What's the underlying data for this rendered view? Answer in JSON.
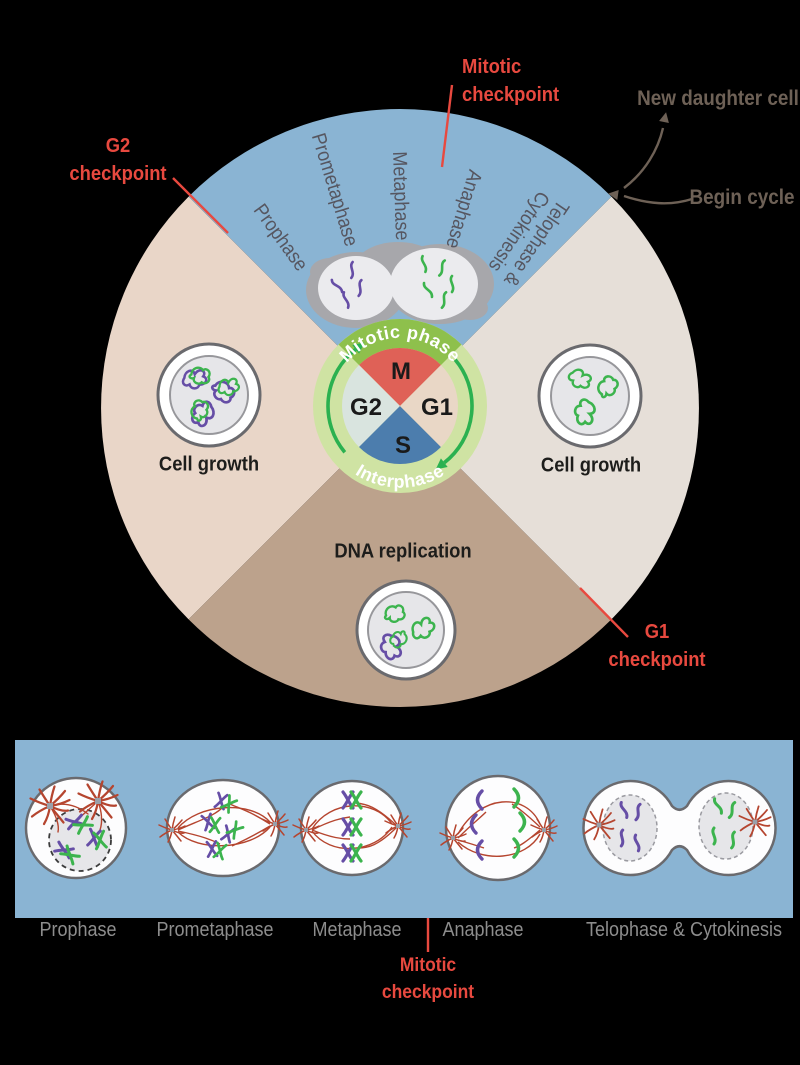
{
  "checkpoints": {
    "g2": {
      "l1": "G2",
      "l2": "checkpoint"
    },
    "mitotic": {
      "l1": "Mitotic",
      "l2": "checkpoint"
    },
    "g1": {
      "l1": "G1",
      "l2": "checkpoint"
    },
    "mitotic_timeline": {
      "l1": "Mitotic",
      "l2": "checkpoint"
    }
  },
  "annotations": {
    "new_daughter_cell": "New daughter cell",
    "begin_cycle": "Begin cycle"
  },
  "wheel_phases": [
    {
      "label": "Prophase"
    },
    {
      "label": "Prometaphase"
    },
    {
      "label": "Metaphase"
    },
    {
      "label": "Anaphase"
    },
    {
      "label": "Telophase &",
      "label2": "Cytokinesis"
    }
  ],
  "sector_labels": {
    "cell_growth_left": "Cell growth",
    "cell_growth_right": "Cell growth",
    "dna_replication": "DNA replication"
  },
  "wheel": {
    "top_arc": "Mitotic phase",
    "bottom_arc": "Interphase",
    "m": "M",
    "g1": "G1",
    "g2": "G2",
    "s": "S"
  },
  "timeline": {
    "phases": [
      {
        "label": "Prophase"
      },
      {
        "label": "Prometaphase"
      },
      {
        "label": "Metaphase"
      },
      {
        "label": "Anaphase"
      },
      {
        "label": "Telophase & Cytokinesis"
      }
    ]
  },
  "colors": {
    "background": "#000000",
    "mitotic_sector_blue": "#8ab4d3",
    "g1_sector": "#e6dfd8",
    "g2_sector": "#e9d6c8",
    "s_sector": "#bca28c",
    "timeline_band_blue": "#8ab4d3",
    "checkpoint_red": "#e8493f",
    "annotation_taupe": "#6e6156",
    "phase_label_gray": "#565660",
    "timeline_label_gray": "#8d8d8d",
    "wheel_ring_green": "#cfe3a3",
    "wheel_arc_green": "#8ec04c",
    "wheel_m_red": "#df6157",
    "wheel_g1_tan": "#e9d7c6",
    "wheel_g2_pale": "#d9e4df",
    "wheel_s_blue": "#4c7dad",
    "cycle_arrow_green": "#2bb150",
    "chromatin_purple": "#664ea6",
    "chromatin_green": "#3cb44e",
    "spindle_red": "#b5452f"
  }
}
